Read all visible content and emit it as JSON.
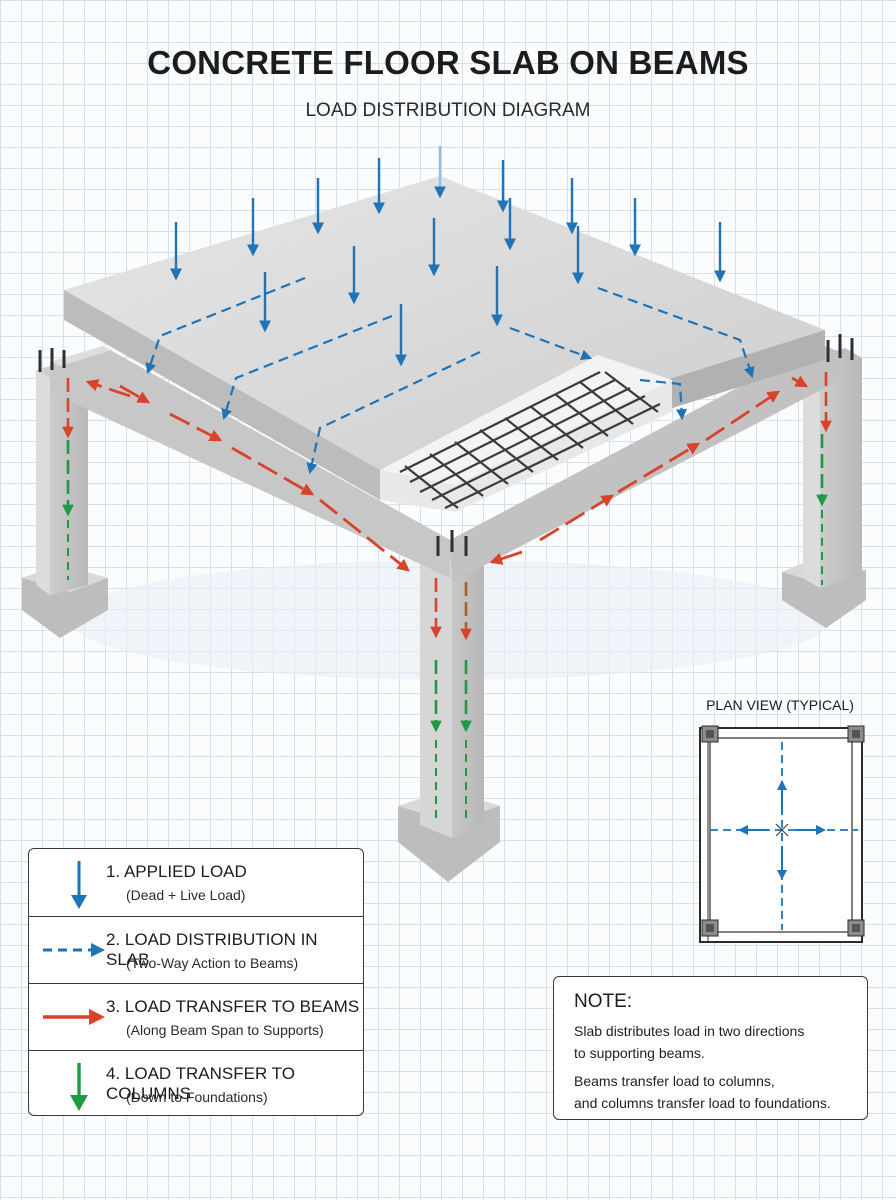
{
  "header": {
    "title": "CONCRETE FLOOR SLAB ON BEAMS",
    "subtitle": "LOAD DISTRIBUTION DIAGRAM"
  },
  "colors": {
    "applied_load": "#1f73b7",
    "slab_distribution": "#1f73b7",
    "beam_transfer": "#d8432c",
    "column_transfer": "#1e9a45",
    "concrete": "#cfcfcf"
  },
  "legend": {
    "items": [
      {
        "number": "1.",
        "title": "1. APPLIED LOAD",
        "subtitle": "(Dead + Live Load)",
        "icon": "arrow-down-blue-icon"
      },
      {
        "number": "2.",
        "title": "2. LOAD DISTRIBUTION IN SLAB",
        "subtitle": "(Two-Way Action to Beams)",
        "icon": "dashed-arrow-right-blue-icon"
      },
      {
        "number": "3.",
        "title": "3. LOAD TRANSFER TO BEAMS",
        "subtitle": "(Along Beam Span to Supports)",
        "icon": "arrow-right-red-icon"
      },
      {
        "number": "4.",
        "title": "4. LOAD TRANSFER TO COLUMNS",
        "subtitle": "(Down to Foundations)",
        "icon": "arrow-down-green-icon"
      }
    ]
  },
  "plan_view": {
    "title": "PLAN VIEW (TYPICAL)"
  },
  "note": {
    "title": "NOTE:",
    "lines": [
      "Slab distributes load in two directions",
      "to supporting beams.",
      "Beams transfer load to columns,",
      "and columns transfer load to foundations."
    ]
  }
}
